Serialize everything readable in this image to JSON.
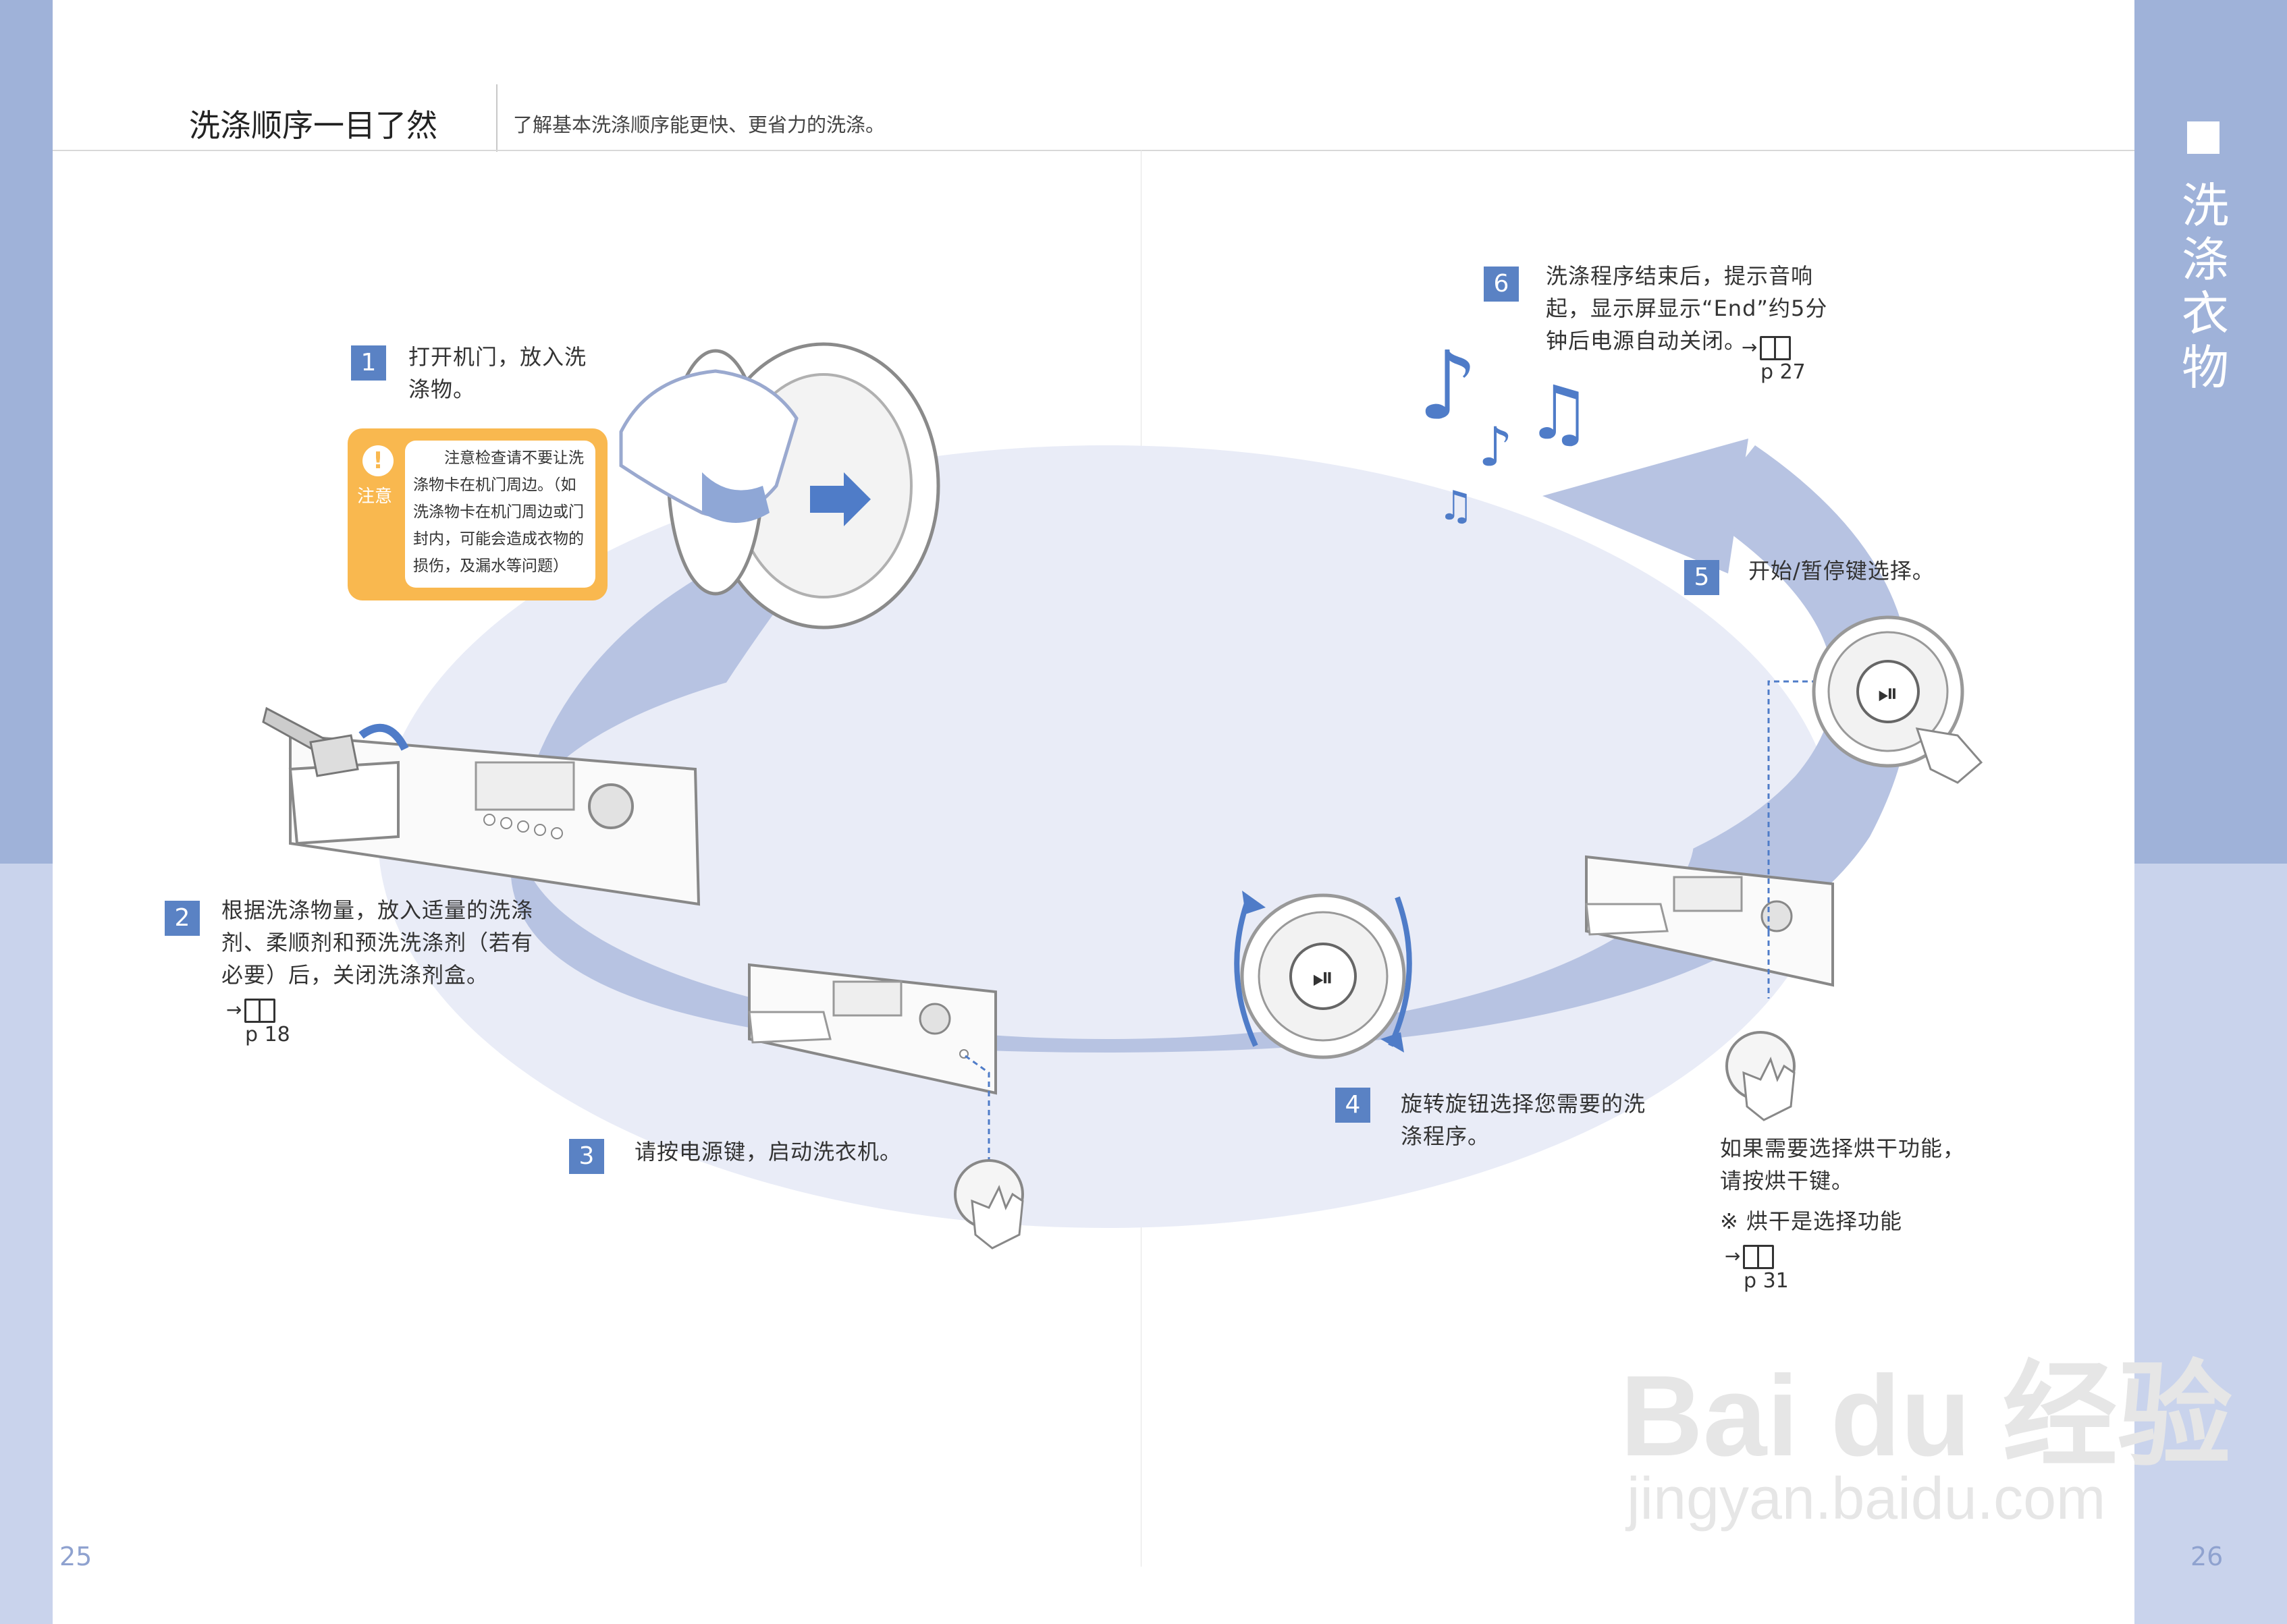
{
  "header": {
    "title": "洗涤顺序一目了然",
    "subtitle": "了解基本洗涤顺序能更快、更省力的洗涤。"
  },
  "side_tab": {
    "chars": [
      "洗",
      "涤",
      "衣",
      "物"
    ]
  },
  "steps": [
    {
      "num": "1",
      "lines": [
        "打开机门，放入洗",
        "涤物。"
      ]
    },
    {
      "num": "2",
      "lines": [
        "根据洗涤物量，放入适量的洗涤",
        "剂、柔顺剂和预洗洗涤剂（若有",
        "必要）后，关闭洗涤剂盒。"
      ],
      "ref": "18"
    },
    {
      "num": "3",
      "lines": [
        "请按电源键，启动洗衣机。"
      ]
    },
    {
      "num": "4",
      "lines": [
        "旋转旋钮选择您需要的洗",
        "涤程序。"
      ]
    },
    {
      "num": "5",
      "lines": [
        "开始/暂停键选择。"
      ]
    },
    {
      "num": "6",
      "lines": [
        "洗涤程序结束后，提示音响",
        "起，显示屏显示“End”约5分",
        "钟后电源自动关闭。"
      ],
      "ref": "27"
    }
  ],
  "caution": {
    "label": "注意",
    "lines": [
      "　　注意检查请不要让洗",
      "涤物卡在机门周边。（如",
      "洗涤物卡在机门周边或门",
      "封内，可能会造成衣物的",
      "损伤，及漏水等问题）"
    ]
  },
  "dry_note": {
    "lines": [
      "如果需要选择烘干功能，",
      "请按烘干键。"
    ],
    "optional": "※ 烘干是选择功能",
    "ref": "31"
  },
  "page_numbers": {
    "left": "25",
    "right": "26"
  },
  "watermark": {
    "brand": "Bai du 经验",
    "url": "jingyan.baidu.com"
  },
  "colors": {
    "accent": "#5a82c4",
    "side_dark": "#9fb2d9",
    "side_light": "#c9d3ec",
    "caution": "#f9b84f",
    "ring": "#b7c3e2",
    "ellipse_fill": "#e9ecf7"
  },
  "icons": [
    "music-notes-icon",
    "hand-press-icon",
    "reference-book-icon",
    "play-pause-icon",
    "rotate-arrows-icon",
    "caution-icon"
  ]
}
